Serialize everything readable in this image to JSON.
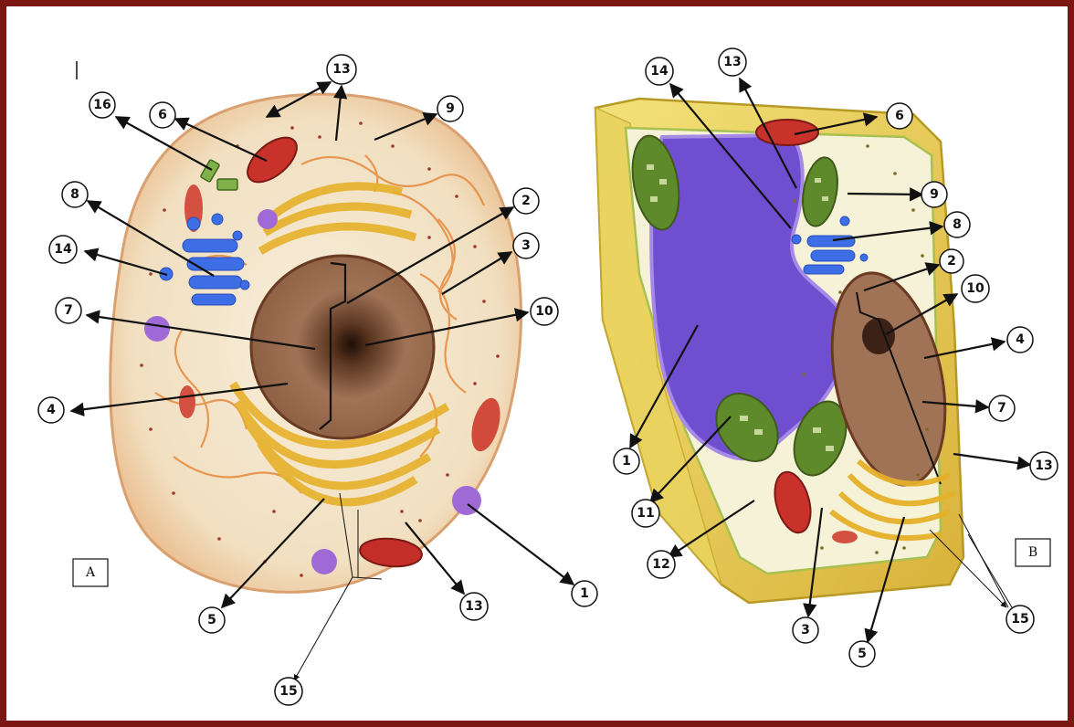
{
  "panel_a": {
    "label": "A",
    "callouts": [
      "16",
      "6",
      "13",
      "9",
      "8",
      "2",
      "14",
      "3",
      "7",
      "10",
      "4",
      "5",
      "15",
      "13",
      "1"
    ]
  },
  "panel_b": {
    "label": "B",
    "callouts": [
      "14",
      "13",
      "6",
      "9",
      "8",
      "2",
      "10",
      "4",
      "7",
      "13",
      "1",
      "11",
      "12",
      "3",
      "5",
      "15"
    ]
  },
  "colors": {
    "frame": "#7a1712",
    "nucleus": "#9a6a4a",
    "golgi": "#e8b82a",
    "mitochondria": "#c8322a",
    "chloroplast": "#5e8a2c",
    "vacuole": "#6f4ed0",
    "cell_wall": "#e6cf52"
  }
}
